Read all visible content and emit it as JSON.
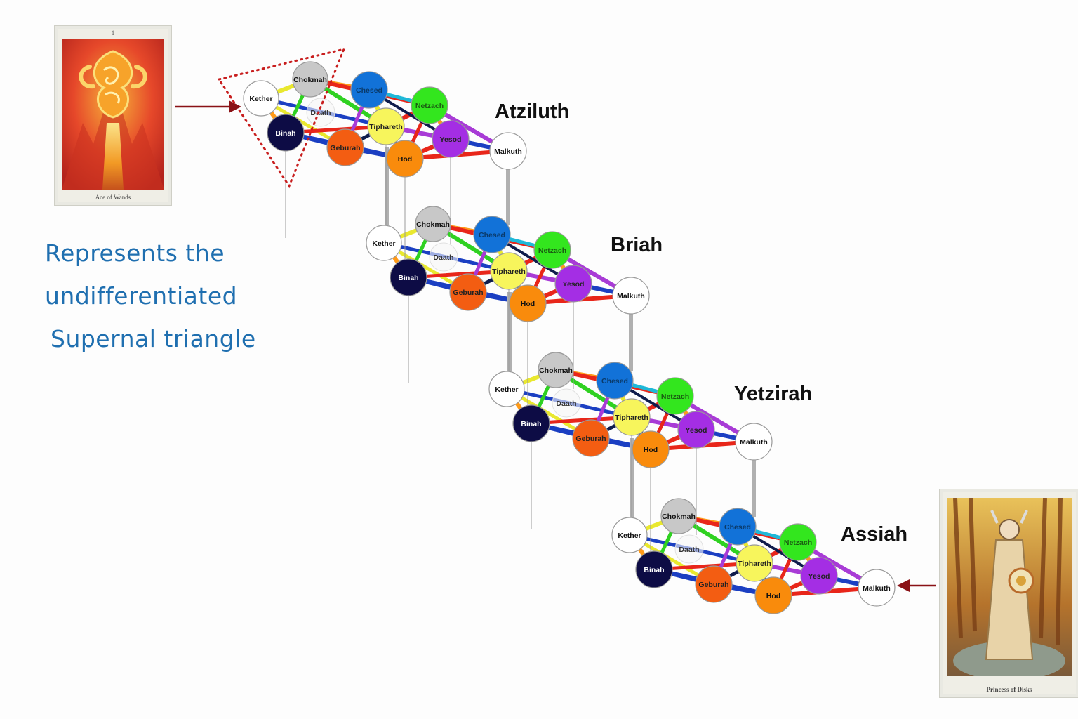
{
  "worlds": [
    {
      "name": "Atziluth"
    },
    {
      "name": "Briah"
    },
    {
      "name": "Yetzirah"
    },
    {
      "name": "Assiah"
    }
  ],
  "sephiroth": [
    {
      "name": "Kether",
      "color": "#ffffff",
      "text": "#111111"
    },
    {
      "name": "Chokmah",
      "color": "#c8c8c8",
      "text": "#111111"
    },
    {
      "name": "Binah",
      "color": "#0d0c45",
      "text": "#ffffff"
    },
    {
      "name": "Daath",
      "color": "#f6f6f6",
      "text": "#333333"
    },
    {
      "name": "Chesed",
      "color": "#1272d8",
      "text": "#0a3a6a"
    },
    {
      "name": "Geburah",
      "color": "#f35d12",
      "text": "#222222"
    },
    {
      "name": "Tiphareth",
      "color": "#f7f55c",
      "text": "#222222"
    },
    {
      "name": "Netzach",
      "color": "#33e61e",
      "text": "#1a5a12"
    },
    {
      "name": "Hod",
      "color": "#f98b0c",
      "text": "#111111"
    },
    {
      "name": "Yesod",
      "color": "#a42ee4",
      "text": "#222222"
    },
    {
      "name": "Malkuth",
      "color": "#ffffff",
      "text": "#111111"
    }
  ],
  "path_colors": [
    "#e9e82e",
    "#ff9a18",
    "#e8261a",
    "#1b3fc2",
    "#2fd121",
    "#a83bd6",
    "#1fb8d8",
    "#0f1c4c"
  ],
  "connector_color": "#b0b0b0",
  "arrow_color": "#8a1216",
  "triangle_color": "#c81e1e",
  "note": {
    "lines": [
      "Represents the",
      "undifferentiated",
      "Supernal triangle"
    ],
    "color": "#1f6fb0"
  },
  "cards": {
    "left": {
      "number": "1",
      "title": "Ace of Wands"
    },
    "right": {
      "title": "Princess of Disks"
    }
  }
}
